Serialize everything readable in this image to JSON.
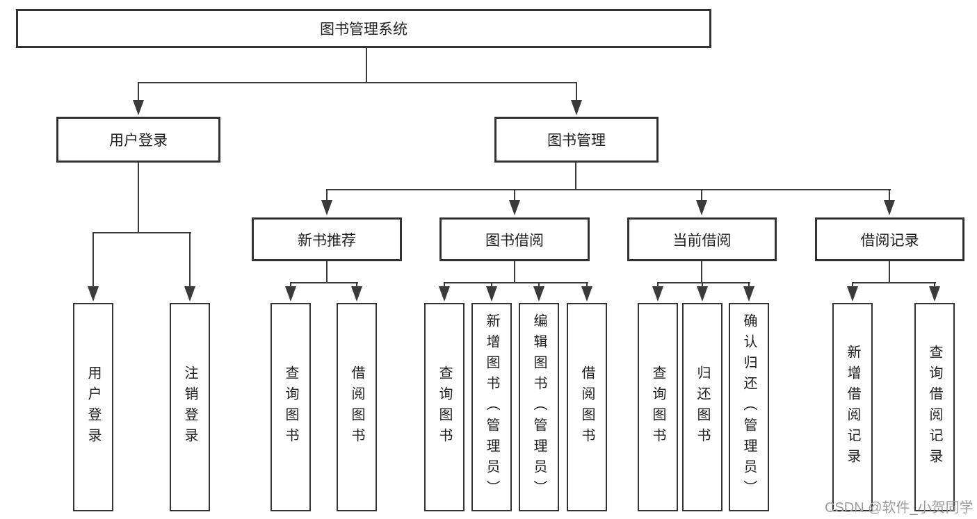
{
  "diagram": {
    "title": "图书管理系统",
    "level1": [
      {
        "label": "用户登录"
      },
      {
        "label": "图书管理"
      }
    ],
    "level2": [
      {
        "label": "新书推荐"
      },
      {
        "label": "图书借阅"
      },
      {
        "label": "当前借阅"
      },
      {
        "label": "借阅记录"
      }
    ],
    "leaves": [
      {
        "label": "用户登录"
      },
      {
        "label": "注销登录"
      },
      {
        "label": "查询图书"
      },
      {
        "label": "借阅图书"
      },
      {
        "label": "查询图书"
      },
      {
        "label": "新增图书（管理员）"
      },
      {
        "label": "编辑图书（管理员）"
      },
      {
        "label": "借阅图书"
      },
      {
        "label": "查询图书"
      },
      {
        "label": "归还图书"
      },
      {
        "label": "确认归还（管理员）"
      },
      {
        "label": "新增借阅记录"
      },
      {
        "label": "查询借阅记录"
      }
    ]
  },
  "watermark": {
    "text": "CSDN @软件_小贺同学"
  },
  "colors": {
    "line": "#3a3a3a",
    "box_border": "#333333",
    "text": "#1f1f1f",
    "watermark": "#9d9d9d",
    "background": "#ffffff"
  }
}
